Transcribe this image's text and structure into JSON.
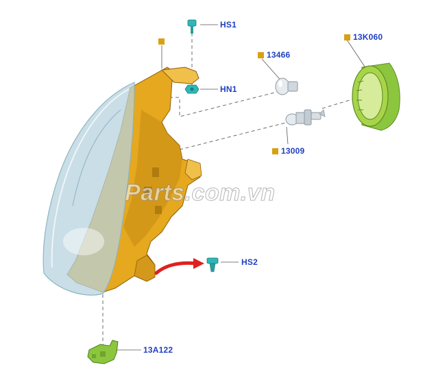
{
  "diagram": {
    "watermark": "Parts.com.vn",
    "colors": {
      "housing": "#e5a81e",
      "housing_dark": "#c68b14",
      "lens": "#b7d3de",
      "lens_edge": "#8fb4c2",
      "bulb_glass": "#e6ebef",
      "fastener": "#2fb7b7",
      "adjuster": "#8cc63f",
      "ring": "#a8d44a",
      "label_text": "#1f3fbf",
      "label_marker": "#d9a013",
      "arrow": "#e02020"
    },
    "callouts": [
      {
        "id": "hs1",
        "text": "HS1",
        "marker": false
      },
      {
        "id": "hn1",
        "text": "HN1",
        "marker": false
      },
      {
        "id": "p13466",
        "text": "13466",
        "marker": true
      },
      {
        "id": "p13k060",
        "text": "13K060",
        "marker": true
      },
      {
        "id": "p13009",
        "text": "13009",
        "marker": true
      },
      {
        "id": "hs2",
        "text": "HS2",
        "marker": false
      },
      {
        "id": "p13a122",
        "text": "13A122",
        "marker": false
      },
      {
        "id": "housing",
        "text": "",
        "marker": true
      }
    ]
  }
}
